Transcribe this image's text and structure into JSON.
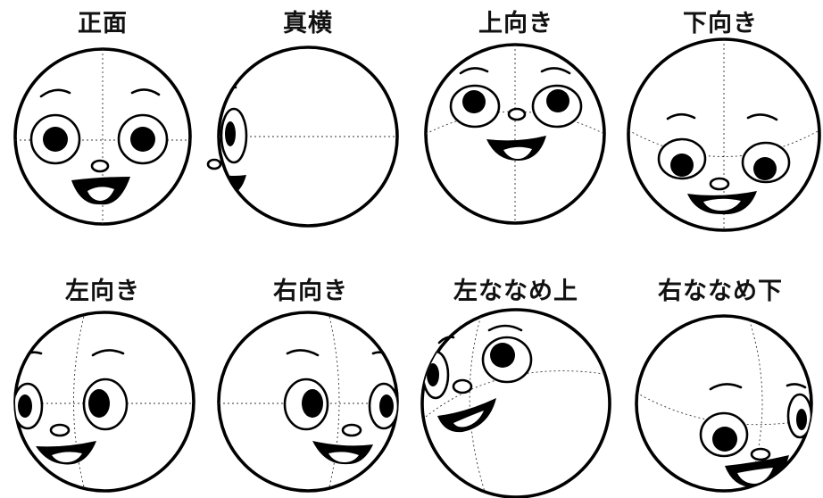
{
  "views": [
    {
      "id": "front",
      "label": "正面"
    },
    {
      "id": "side",
      "label": "真横"
    },
    {
      "id": "up",
      "label": "上向き"
    },
    {
      "id": "down",
      "label": "下向き"
    },
    {
      "id": "left",
      "label": "左向き"
    },
    {
      "id": "right",
      "label": "右向き"
    },
    {
      "id": "left-up",
      "label": "左ななめ上"
    },
    {
      "id": "right-down",
      "label": "右ななめ下"
    }
  ],
  "colors": {
    "ink": "#000000",
    "paper": "#ffffff"
  }
}
